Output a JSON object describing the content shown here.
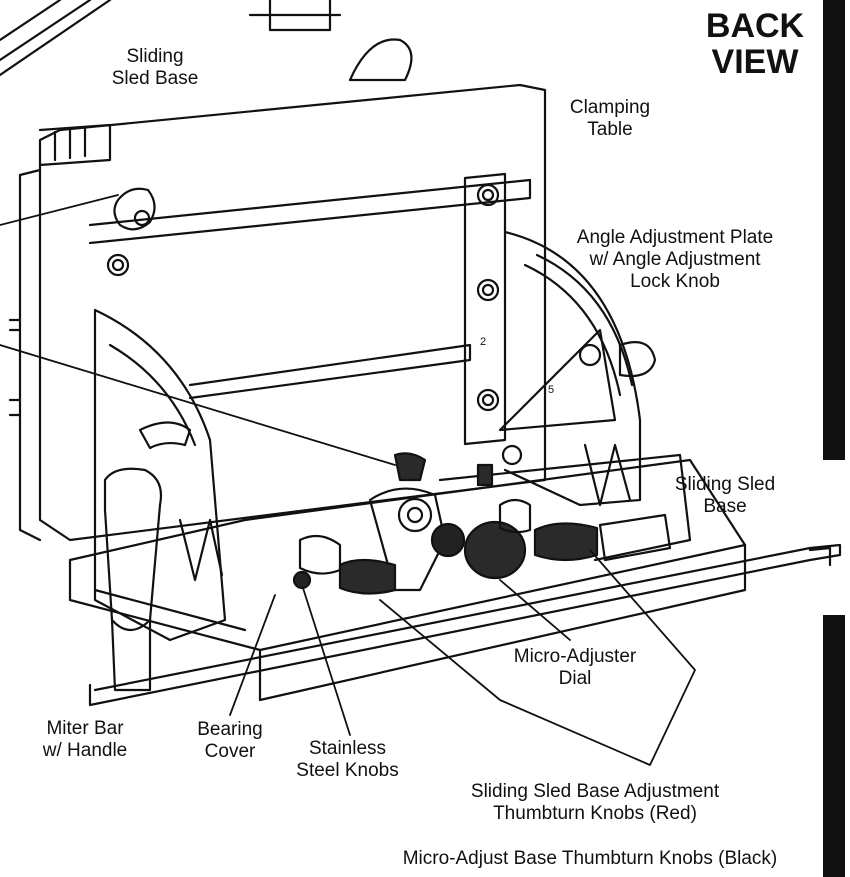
{
  "view_title": {
    "line1": "BACK",
    "line2": "VIEW"
  },
  "labels": {
    "sliding_sled_base_top": {
      "line1": "Sliding",
      "line2": "Sled Base"
    },
    "clamping_table": {
      "line1": "Clamping",
      "line2": "Table"
    },
    "angle_adjustment_plate": {
      "line1": "Angle Adjustment Plate",
      "line2": "w/ Angle Adjustment",
      "line3": "Lock Knob"
    },
    "sliding_sled_base_right": {
      "line1": "Sliding Sled",
      "line2": "Base"
    },
    "micro_adjuster_dial": {
      "line1": "Micro-Adjuster",
      "line2": "Dial"
    },
    "miter_bar": {
      "line1": "Miter Bar",
      "line2": "w/ Handle"
    },
    "bearing_cover": {
      "line1": "Bearing",
      "line2": "Cover"
    },
    "stainless_steel_knobs": {
      "line1": "Stainless",
      "line2": "Steel Knobs"
    },
    "sliding_sled_adjustment_knobs": {
      "line1": "Sliding Sled Base Adjustment",
      "line2": "Thumbturn Knobs (Red)"
    },
    "micro_adjust_base_knobs": {
      "line1": "Micro-Adjust Base Thumbturn Knobs (Black)"
    }
  },
  "plate_marks": {
    "mark_a": "2",
    "mark_b": "5"
  },
  "colors": {
    "line": "#111111",
    "knob_dark": "#2a2a2a",
    "background": "#ffffff"
  }
}
